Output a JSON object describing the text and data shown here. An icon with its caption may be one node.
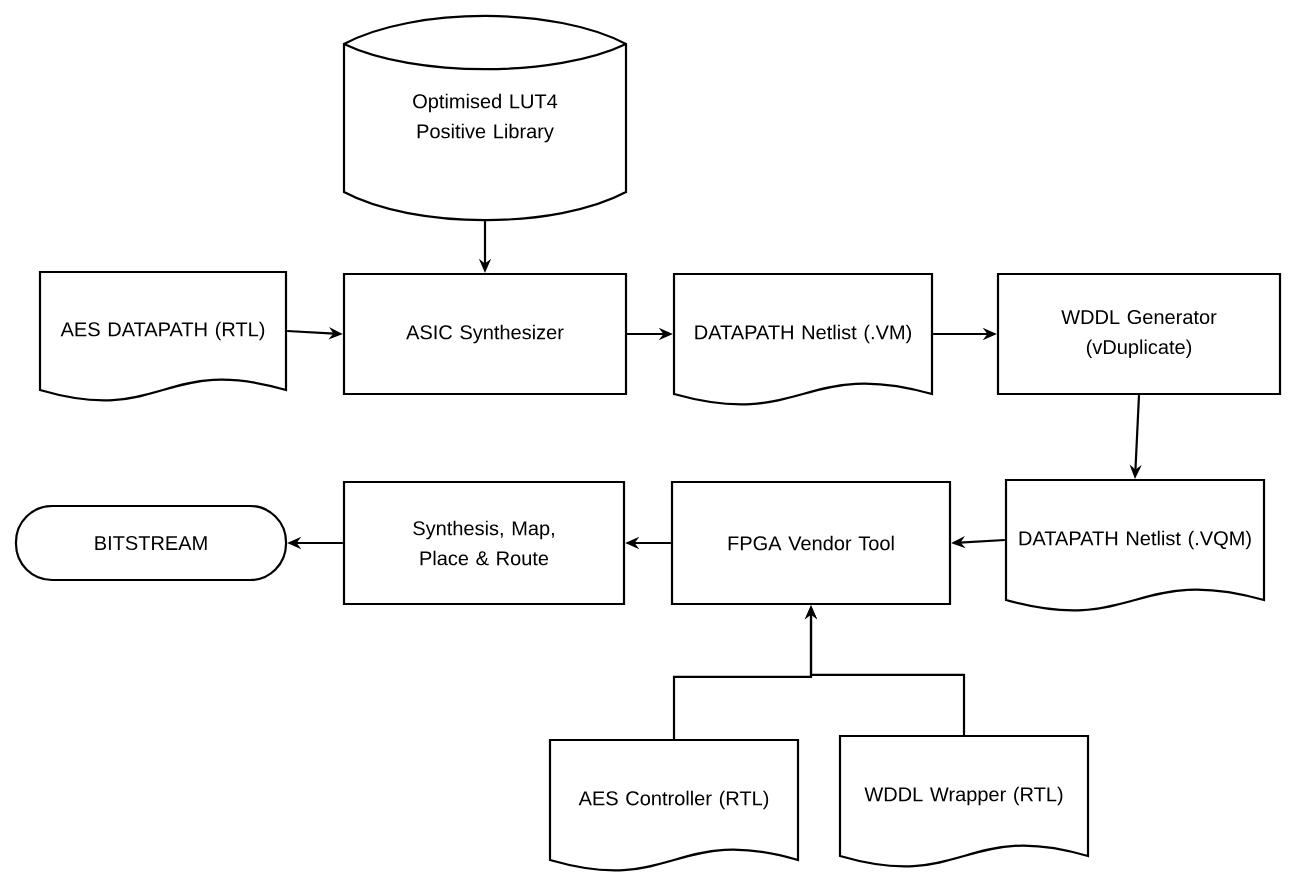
{
  "diagram": {
    "nodes": [
      {
        "text": [
          "Optimised LUT4 Positive Library"
        ]
      },
      {
        "text": [
          "AES DATAPATH (RTL)"
        ]
      },
      {
        "text": [
          "ASIC Synthesizer"
        ]
      },
      {
        "text": [
          "DATAPATH Netlist (.VM)"
        ]
      },
      {
        "text": [
          "WDDL Generator (vDuplicate)"
        ]
      },
      {
        "text": [
          "DATAPATH Netlist (.VQM)"
        ]
      },
      {
        "text": [
          "FPGA Vendor Tool"
        ]
      },
      {
        "text": [
          "Synthesis, Map, Place & Route"
        ]
      },
      {
        "text": [
          "BITSTREAM"
        ]
      },
      {
        "text": [
          "AES Controller (RTL)"
        ]
      },
      {
        "text": [
          "WDDL Wrapper (RTL)"
        ]
      }
    ],
    "edges": [
      {
        "from": 0,
        "to": 2,
        "arrow": "to"
      },
      {
        "from": 1,
        "to": 2,
        "arrow": "to"
      },
      {
        "from": 2,
        "to": 3,
        "arrow": "to"
      },
      {
        "from": 3,
        "to": 4,
        "arrow": "to"
      },
      {
        "from": 4,
        "to": 5,
        "arrow": "to"
      },
      {
        "from": 5,
        "to": 6,
        "arrow": "to"
      },
      {
        "from": 6,
        "to": 7,
        "arrow": "to"
      },
      {
        "from": 7,
        "to": 8,
        "arrow": "to"
      },
      {
        "from": 9,
        "to": 6,
        "arrow": "to"
      },
      {
        "from": 10,
        "to": 6,
        "arrow": "to"
      }
    ]
  }
}
